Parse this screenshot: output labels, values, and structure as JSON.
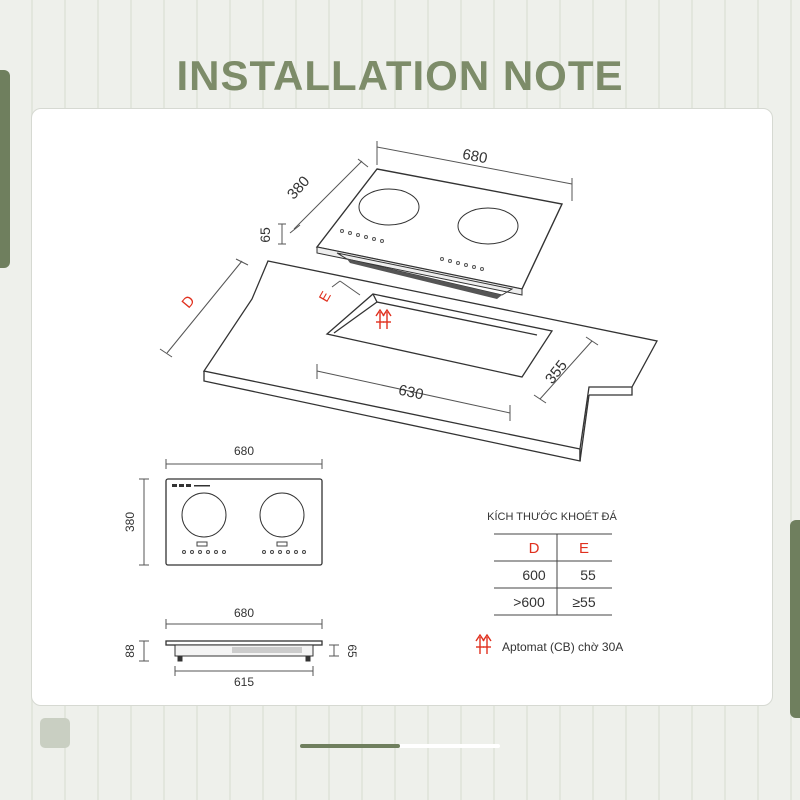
{
  "title": "INSTALLATION NOTE",
  "colors": {
    "accent": "#6f7f5e",
    "title": "#7d8c69",
    "warning": "#e0301e"
  },
  "iso_view": {
    "width_label": "680",
    "depth_label": "380",
    "height_label": "65",
    "d_label": "D",
    "e_label": "E",
    "cutout_width_label": "630",
    "cutout_depth_label": "355"
  },
  "top_view": {
    "width_label": "680",
    "depth_label": "380"
  },
  "side_view": {
    "width_label": "680",
    "bottom_width_label": "615",
    "left_height_label": "88",
    "right_height_label": "65"
  },
  "cutout_table": {
    "title": "KÍCH THƯỚC KHOÉT ĐÁ",
    "headers": [
      "D",
      "E"
    ],
    "rows": [
      [
        "600",
        "55"
      ],
      [
        ">600",
        "≥55"
      ]
    ]
  },
  "breaker_note": "Aptomat (CB) chờ 30A",
  "pager": {
    "progress": 0.5
  }
}
